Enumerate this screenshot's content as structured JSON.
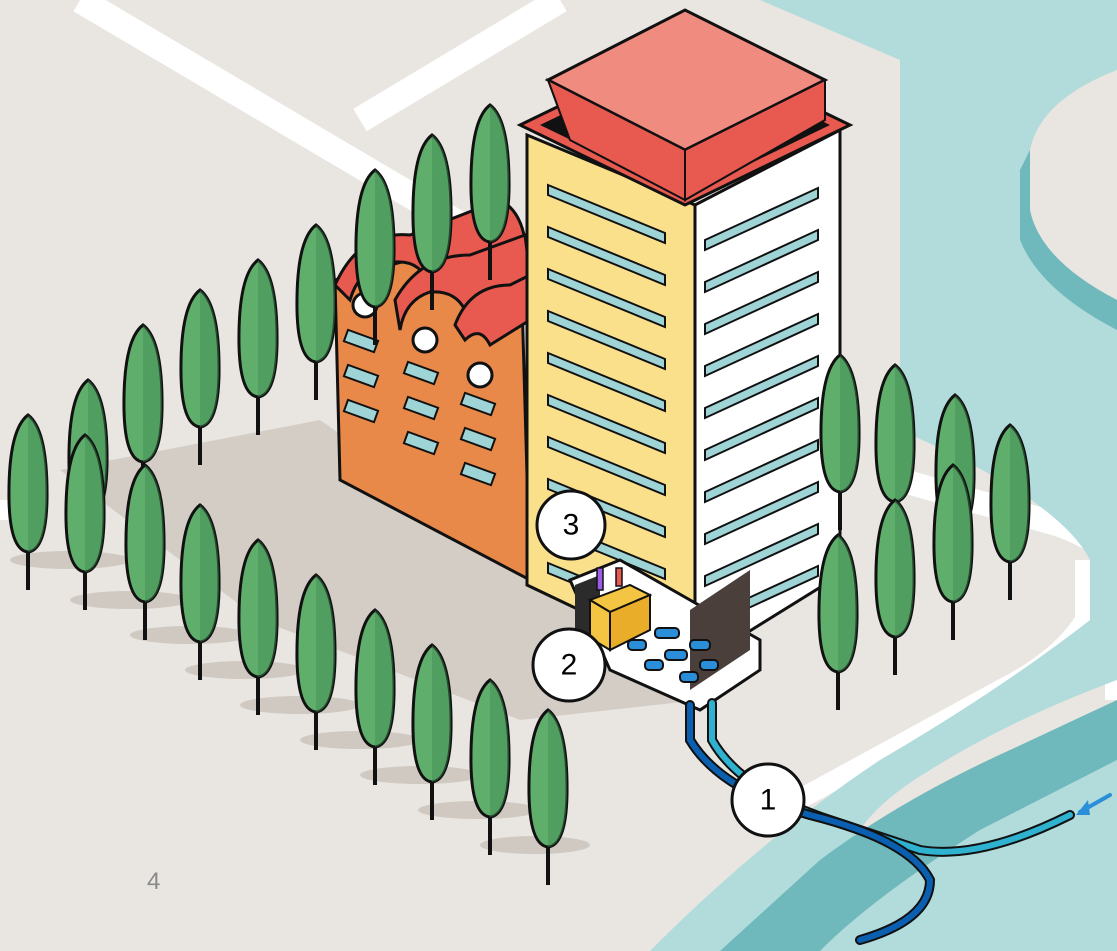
{
  "page_number": "4",
  "callouts": [
    {
      "id": "callout-1",
      "label": "1"
    },
    {
      "id": "callout-2",
      "label": "2"
    },
    {
      "id": "callout-3",
      "label": "3"
    }
  ],
  "colors": {
    "ground": "#e9e6e1",
    "road": "#ffffff",
    "shadow": "#d3cdc6",
    "water_light": "#b2dbdb",
    "water_dark": "#6fb8bc",
    "tower_front": "#fbe08c",
    "tower_side": "#ffffff",
    "roof": "#f08b80",
    "factory_wall": "#e8894a",
    "factory_roof": "#e85a50",
    "tree": "#5fae6c",
    "pipe_supply": "#2a8ed8",
    "pipe_return": "#0b5fb0"
  }
}
